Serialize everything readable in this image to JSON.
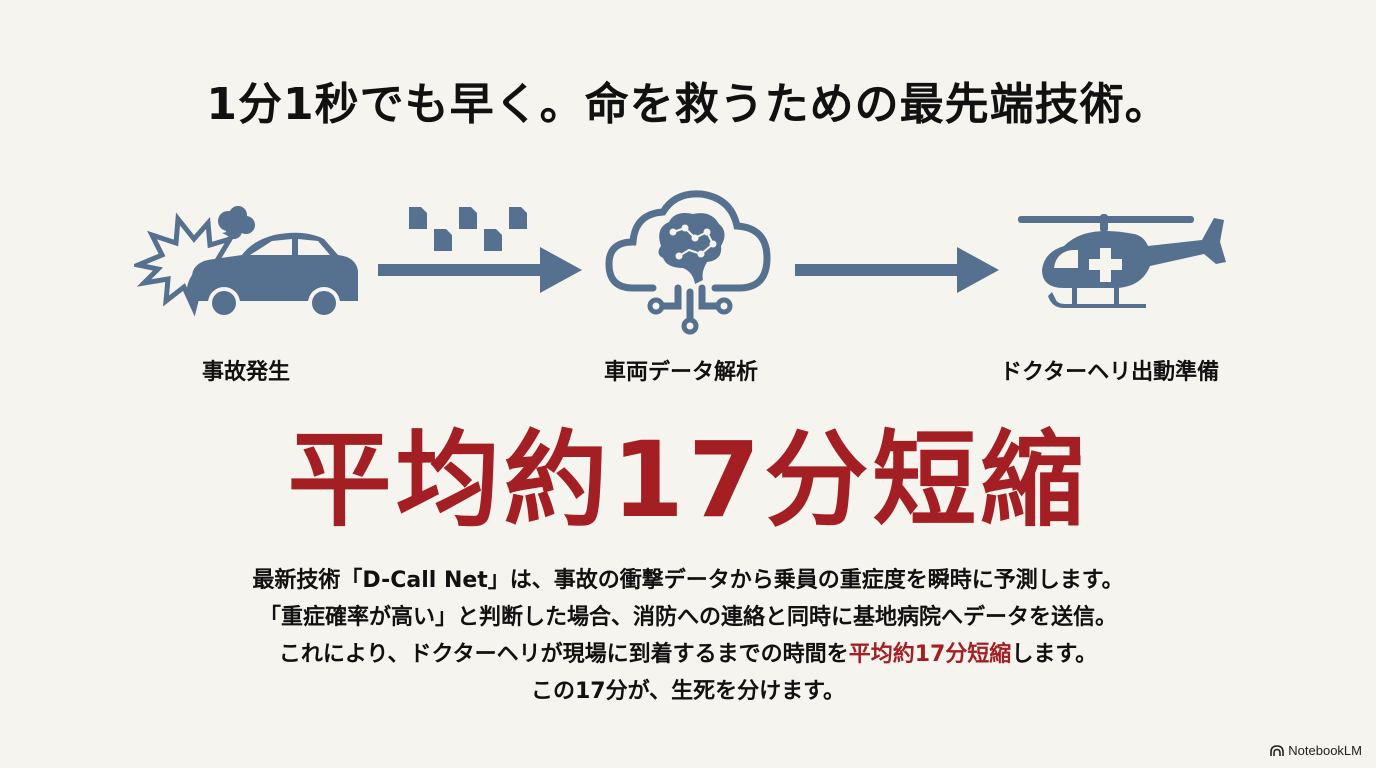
{
  "slide": {
    "title": "1分1秒でも早く。命を救うための最先端技術。",
    "colors": {
      "background": "#f6f4ee",
      "icon": "#56708f",
      "accent_red": "#a31f24",
      "text": "#111111"
    },
    "flow": {
      "steps": [
        {
          "icon": "car-crash-icon",
          "label": "事故発生"
        },
        {
          "icon": "cloud-brain-ai-icon",
          "label": "車両データ解析"
        },
        {
          "icon": "medical-helicopter-icon",
          "label": "ドクターヘリ出動準備"
        }
      ],
      "connectors": [
        {
          "icon": "arrow-right-icon",
          "decoration": "data-documents-icon"
        },
        {
          "icon": "arrow-right-icon"
        }
      ]
    },
    "headline": "平均約17分短縮",
    "body": {
      "line1": "最新技術「D-Call Net」は、事故の衝撃データから乗員の重症度を瞬時に予測します。",
      "line2": "「重症確率が高い」と判断した場合、消防への連絡と同時に基地病院へデータを送信。",
      "line3_before": "これにより、ドクターヘリが現場に到着するまでの時間を",
      "line3_highlight": "平均約17分短縮",
      "line3_after": "します。",
      "line4": "この17分が、生死を分けます。"
    },
    "brand": {
      "icon": "notebooklm-logo-icon",
      "label": "NotebookLM"
    }
  }
}
